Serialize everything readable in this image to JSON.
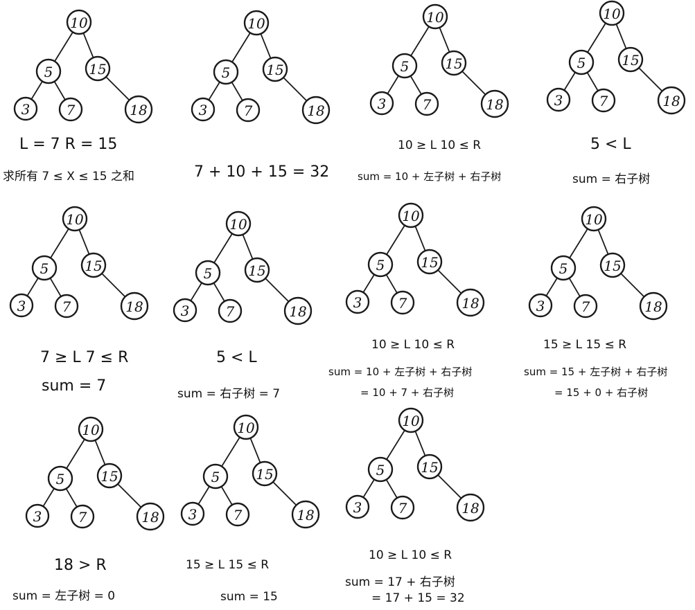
{
  "colors": {
    "blue": "#4cb8d6",
    "yellow": "#f4cf7a",
    "ink": "#1a1a1a"
  },
  "tree": {
    "nodes": [
      {
        "id": "n10",
        "label": "10"
      },
      {
        "id": "n5",
        "label": "5"
      },
      {
        "id": "n15",
        "label": "15"
      },
      {
        "id": "n3",
        "label": "3"
      },
      {
        "id": "n7",
        "label": "7"
      },
      {
        "id": "n18",
        "label": "18"
      }
    ],
    "edges": [
      [
        "n10",
        "n5"
      ],
      [
        "n10",
        "n15"
      ],
      [
        "n5",
        "n3"
      ],
      [
        "n5",
        "n7"
      ],
      [
        "n15",
        "n18"
      ]
    ]
  },
  "panels": [
    {
      "highlight": [],
      "color": ""
    },
    {
      "highlight": [
        "n10",
        "n15",
        "n7"
      ],
      "color": "blue"
    },
    {
      "highlight": [
        "n10"
      ],
      "color": "yellow"
    },
    {
      "highlight": [
        "n5"
      ],
      "color": "yellow"
    },
    {
      "highlight": [
        "n7"
      ],
      "color": "yellow"
    },
    {
      "highlight": [
        "n5"
      ],
      "color": "yellow"
    },
    {
      "highlight": [
        "n10"
      ],
      "color": "yellow"
    },
    {
      "highlight": [
        "n15"
      ],
      "color": "yellow"
    },
    {
      "highlight": [
        "n18"
      ],
      "color": "yellow"
    },
    {
      "highlight": [
        "n15"
      ],
      "color": "yellow"
    },
    {
      "highlight": [
        "n10"
      ],
      "color": "yellow"
    }
  ],
  "captions": {
    "p1_a": "L = 7     R = 15",
    "p1_b": "求所有  7 ≤ X ≤ 15 之和",
    "p2_a": "7 + 10 + 15 = 32",
    "p3_a": "10 ≥ L  10 ≤ R",
    "p3_b": "sum = 10 + 左子树 + 右子树",
    "p4_a": "5 < L",
    "p4_b": "sum = 右子树",
    "p5_a": "7 ≥ L     7 ≤ R",
    "p5_b": "sum = 7",
    "p6_a": "5 < L",
    "p6_b": "sum = 右子树 = 7",
    "p7_a": "10 ≥ L  10 ≤ R",
    "p7_b": "sum = 10 + 左子树 + 右子树",
    "p7_c": "= 10 + 7 + 右子树",
    "p8_a": "15 ≥ L     15 ≤ R",
    "p8_b": "sum = 15 + 左子树 + 右子树",
    "p8_c": "= 15 + 0 + 右子树",
    "p9_a": "18 > R",
    "p9_b": "sum = 左子树 = 0",
    "p10_a": "15 ≥ L     15 ≤ R",
    "p10_b": "sum = 15",
    "p11_a": "10 ≥ L  10 ≤ R",
    "p11_b": "sum = 17 + 右子树",
    "p11_c": "= 17 + 15 = 32"
  }
}
